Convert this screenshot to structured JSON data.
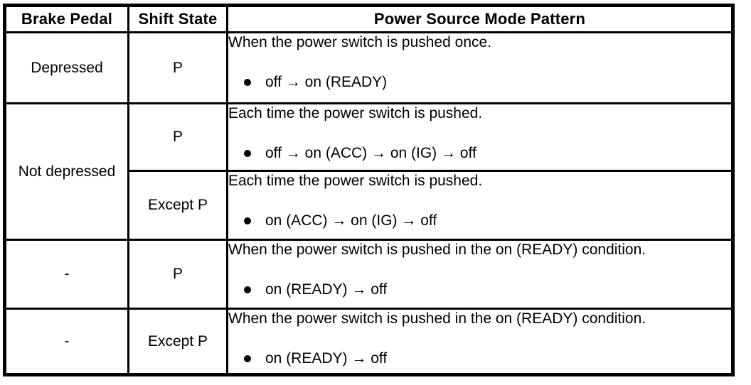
{
  "page": {
    "background_color": "#ffffff",
    "text_color": "#000000",
    "border_color": "#000000"
  },
  "table": {
    "columns": [
      "Brake Pedal",
      "Shift State",
      "Power Source Mode Pattern"
    ],
    "rows": [
      {
        "brake_pedal": "Depressed",
        "shift_state": "P",
        "intro": "When the power switch is pushed once.",
        "sequence": "off → on (READY)"
      },
      {
        "brake_pedal": "Not depressed",
        "shift_state": "P",
        "intro": "Each time the power switch is pushed.",
        "sequence": "off → on (ACC) → on (IG) → off"
      },
      {
        "shift_state": "Except P",
        "intro": "Each time the power switch is pushed.",
        "sequence": "on (ACC) → on (IG) → off"
      },
      {
        "brake_pedal": "-",
        "shift_state": "P",
        "intro": "When the power switch is pushed in the on (READY) condition.",
        "sequence": "on (READY) → off"
      },
      {
        "brake_pedal": "-",
        "shift_state": "Except P",
        "intro": "When the power switch is pushed in the on (READY) condition.",
        "sequence": "on (READY) → off"
      }
    ]
  }
}
